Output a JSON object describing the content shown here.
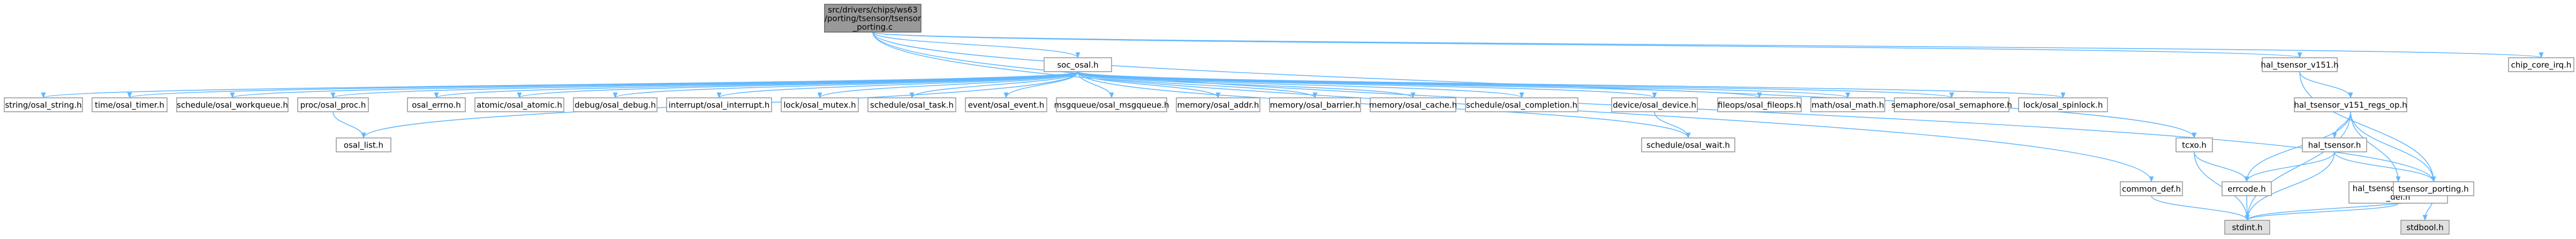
{
  "nodes": [
    {
      "id": "root",
      "label": "src/drivers/chips/ws63\n/porting/tsensor/tsensor\n_porting.c",
      "kind": "root"
    },
    {
      "id": "soc_osal",
      "label": "soc_osal.h"
    },
    {
      "id": "hal_v151",
      "label": "hal_tsensor_v151.h"
    },
    {
      "id": "chip_core_irq",
      "label": "chip_core_irq.h"
    },
    {
      "id": "string",
      "label": "string/osal_string.h"
    },
    {
      "id": "timer",
      "label": "time/osal_timer.h"
    },
    {
      "id": "workqueue",
      "label": "schedule/osal_workqueue.h"
    },
    {
      "id": "proc",
      "label": "proc/osal_proc.h"
    },
    {
      "id": "errno",
      "label": "osal_errno.h"
    },
    {
      "id": "atomic",
      "label": "atomic/osal_atomic.h"
    },
    {
      "id": "debug",
      "label": "debug/osal_debug.h"
    },
    {
      "id": "interrupt",
      "label": "interrupt/osal_interrupt.h"
    },
    {
      "id": "mutex",
      "label": "lock/osal_mutex.h"
    },
    {
      "id": "task",
      "label": "schedule/osal_task.h"
    },
    {
      "id": "event",
      "label": "event/osal_event.h"
    },
    {
      "id": "msgqueue",
      "label": "msgqueue/osal_msgqueue.h"
    },
    {
      "id": "addr",
      "label": "memory/osal_addr.h"
    },
    {
      "id": "barrier",
      "label": "memory/osal_barrier.h"
    },
    {
      "id": "cache",
      "label": "memory/osal_cache.h"
    },
    {
      "id": "completion",
      "label": "schedule/osal_completion.h"
    },
    {
      "id": "device",
      "label": "device/osal_device.h"
    },
    {
      "id": "fileops",
      "label": "fileops/osal_fileops.h"
    },
    {
      "id": "math",
      "label": "math/osal_math.h"
    },
    {
      "id": "semaphore",
      "label": "semaphore/osal_semaphore.h"
    },
    {
      "id": "spinlock",
      "label": "lock/osal_spinlock.h"
    },
    {
      "id": "list",
      "label": "osal_list.h"
    },
    {
      "id": "wait",
      "label": "schedule/osal_wait.h"
    },
    {
      "id": "regs_op",
      "label": "hal_tsensor_v151_regs_op.h"
    },
    {
      "id": "tcxo",
      "label": "tcxo.h"
    },
    {
      "id": "hal_tsensor",
      "label": "hal_tsensor.h"
    },
    {
      "id": "regs_def",
      "label": "hal_tsensor_v151_regs\n_def.h"
    },
    {
      "id": "common_def",
      "label": "common_def.h"
    },
    {
      "id": "errcode",
      "label": "errcode.h"
    },
    {
      "id": "tsensor_porting",
      "label": "tsensor_porting.h"
    },
    {
      "id": "stdint",
      "label": "stdint.h",
      "kind": "sys"
    },
    {
      "id": "stdbool",
      "label": "stdbool.h",
      "kind": "sys"
    }
  ],
  "edges": [
    [
      "root",
      "soc_osal"
    ],
    [
      "root",
      "hal_v151"
    ],
    [
      "root",
      "chip_core_irq"
    ],
    [
      "root",
      "tcxo"
    ],
    [
      "root",
      "common_def"
    ],
    [
      "root",
      "tsensor_porting"
    ],
    [
      "soc_osal",
      "string"
    ],
    [
      "soc_osal",
      "timer"
    ],
    [
      "soc_osal",
      "workqueue"
    ],
    [
      "soc_osal",
      "proc"
    ],
    [
      "soc_osal",
      "errno"
    ],
    [
      "soc_osal",
      "atomic"
    ],
    [
      "soc_osal",
      "debug"
    ],
    [
      "soc_osal",
      "interrupt"
    ],
    [
      "soc_osal",
      "mutex"
    ],
    [
      "soc_osal",
      "task"
    ],
    [
      "soc_osal",
      "event"
    ],
    [
      "soc_osal",
      "msgqueue"
    ],
    [
      "soc_osal",
      "addr"
    ],
    [
      "soc_osal",
      "barrier"
    ],
    [
      "soc_osal",
      "cache"
    ],
    [
      "soc_osal",
      "completion"
    ],
    [
      "soc_osal",
      "device"
    ],
    [
      "soc_osal",
      "fileops"
    ],
    [
      "soc_osal",
      "math"
    ],
    [
      "soc_osal",
      "semaphore"
    ],
    [
      "soc_osal",
      "spinlock"
    ],
    [
      "soc_osal",
      "list"
    ],
    [
      "soc_osal",
      "wait"
    ],
    [
      "proc",
      "list"
    ],
    [
      "device",
      "wait"
    ],
    [
      "hal_v151",
      "regs_op"
    ],
    [
      "hal_v151",
      "tsensor_porting"
    ],
    [
      "regs_op",
      "hal_tsensor"
    ],
    [
      "regs_op",
      "regs_def"
    ],
    [
      "regs_op",
      "errcode"
    ],
    [
      "regs_op",
      "stdint"
    ],
    [
      "regs_op",
      "tsensor_porting"
    ],
    [
      "hal_tsensor",
      "errcode"
    ],
    [
      "hal_tsensor",
      "stdint"
    ],
    [
      "hal_tsensor",
      "tsensor_porting"
    ],
    [
      "regs_def",
      "stdint"
    ],
    [
      "tcxo",
      "errcode"
    ],
    [
      "tcxo",
      "stdint"
    ],
    [
      "common_def",
      "stdint"
    ],
    [
      "errcode",
      "stdint"
    ],
    [
      "tsensor_porting",
      "stdint"
    ],
    [
      "tsensor_porting",
      "stdbool"
    ]
  ]
}
